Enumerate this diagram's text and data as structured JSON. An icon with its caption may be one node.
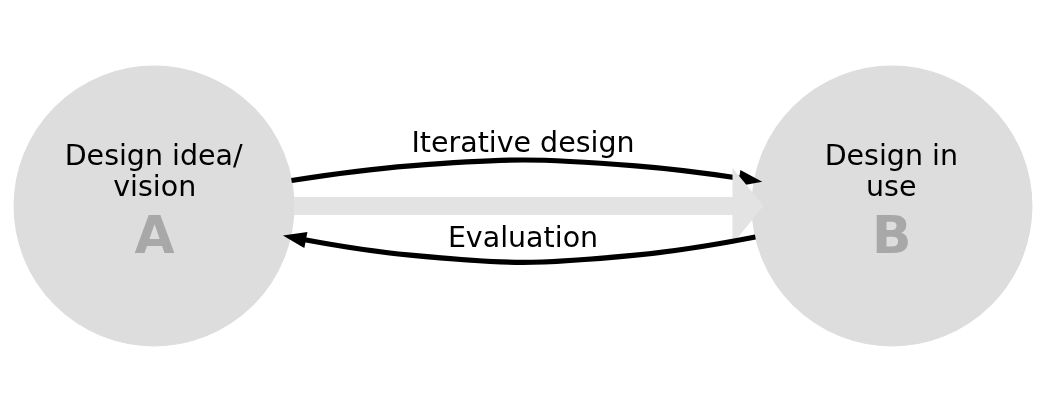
{
  "diagram": {
    "nodes": [
      {
        "text": [
          "Design idea/ vision",
          "A"
        ]
      },
      {
        "text": [
          "Design in use",
          "B"
        ]
      }
    ],
    "edges": [
      {
        "from": 0,
        "to": 1,
        "label": "Iterative design",
        "arrow": "to"
      },
      {
        "from": 0,
        "to": 1,
        "arrow": "to",
        "style": "thick",
        "color": "#e3e3e3"
      },
      {
        "from": 1,
        "to": 0,
        "label": "Evaluation",
        "arrow": "to"
      }
    ]
  }
}
